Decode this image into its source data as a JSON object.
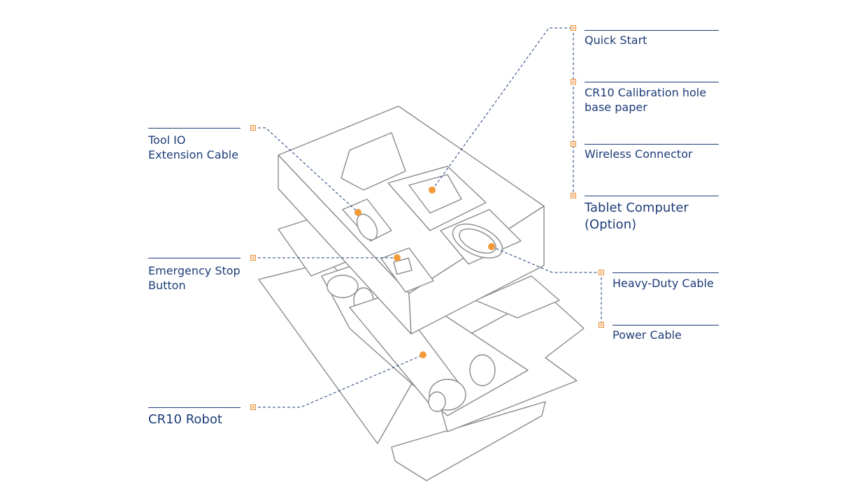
{
  "labels": {
    "quick_start": "Quick Start",
    "calibration_line1": "CR10 Calibration hole",
    "calibration_line2": "base paper",
    "wireless_connector": "Wireless Connector",
    "tablet_line1": "Tablet Computer",
    "tablet_line2": "(Option)",
    "tool_io_line1": "Tool IO",
    "tool_io_line2": "Extension Cable",
    "emergency_line1": "Emergency Stop",
    "emergency_line2": "Button",
    "heavy_duty_cable": "Heavy-Duty Cable",
    "power_cable": "Power Cable",
    "robot": "CR10 Robot"
  },
  "colors": {
    "text": "#1d3c78",
    "outline": "#8a8a8a",
    "leader": "#1d3c78",
    "hotspot": "#f29a38"
  }
}
